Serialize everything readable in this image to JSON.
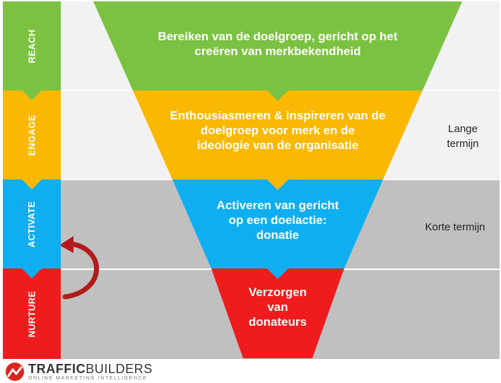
{
  "stages": [
    {
      "label": "REACH",
      "color": "#7cc242"
    },
    {
      "label": "ENGAGE",
      "color": "#fbb800"
    },
    {
      "label": "ACTIVATE",
      "color": "#0faef0"
    },
    {
      "label": "NURTURE",
      "color": "#ee1c1c"
    }
  ],
  "funnel": {
    "reach_line1": "Bereiken van de doelgroep, gericht op het",
    "reach_line2": "creëren van merkbekendheid",
    "engage_line1": "Enthousiasmeren & inspireren van de",
    "engage_line2": "doelgroep voor merk en de",
    "engage_line3": "ideologie van de organisatie",
    "activate_line1": "Activeren van gericht",
    "activate_line2": "op een doelactie:",
    "activate_line3": "donatie",
    "nurture_line1": "Verzorgen",
    "nurture_line2": "van",
    "nurture_line3": "donateurs"
  },
  "side": {
    "long_line1": "Lange",
    "long_line2": "termijn",
    "short": "Korte termijn"
  },
  "logo": {
    "bold": "TRAFFIC",
    "rest": "BUILDERS",
    "tagline": "ONLINE MARKETING INTELLIGENCE"
  },
  "colors": {
    "green": "#7cc242",
    "yellow": "#fbb800",
    "blue": "#0faef0",
    "red": "#ee1c1c",
    "arrow": "#b31b1b"
  }
}
